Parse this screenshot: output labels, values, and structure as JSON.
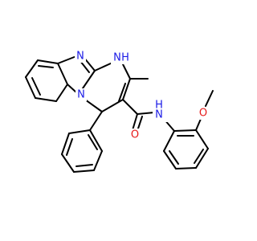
{
  "diagram": {
    "labels": {
      "imine_n": "N",
      "nh_n": "N",
      "nh_h": "H",
      "ring_n": "N",
      "amide_o": "O",
      "amide_n": "N",
      "amide_h": "H",
      "ether_o": "O"
    },
    "colors": {
      "nitrogen": "#1a1ae6",
      "oxygen": "#e61a1a",
      "bond": "#000000"
    }
  }
}
